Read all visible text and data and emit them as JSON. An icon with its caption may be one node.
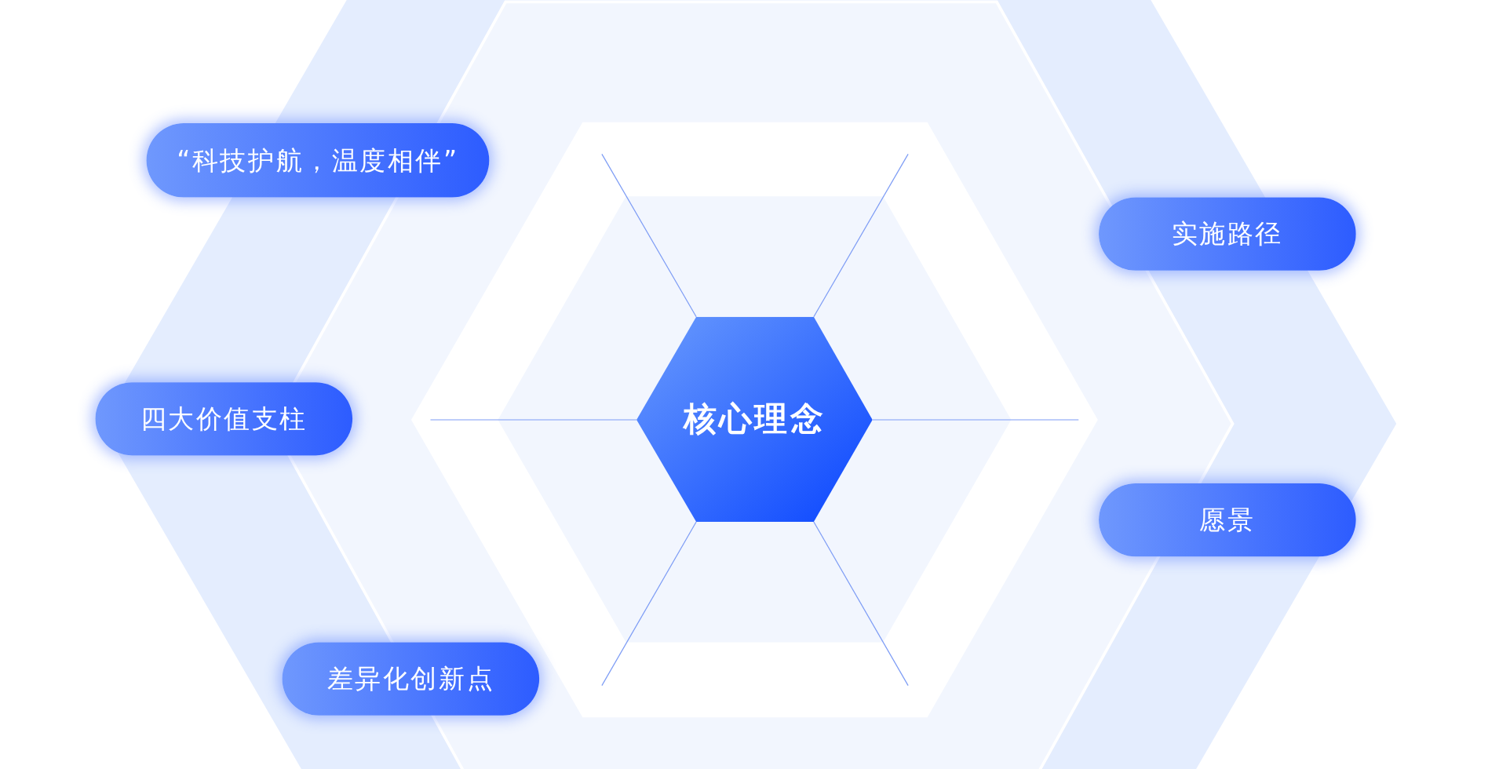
{
  "diagram": {
    "nodes": [
      {
        "text": [
          "“科技护航，温度相伴”"
        ]
      },
      {
        "text": [
          "实施路径"
        ]
      },
      {
        "text": [
          "四大价值支柱"
        ]
      },
      {
        "text": [
          "核心理念"
        ]
      },
      {
        "text": [
          "愿景"
        ]
      },
      {
        "text": [
          "差异化创新点"
        ]
      }
    ],
    "edges": []
  }
}
